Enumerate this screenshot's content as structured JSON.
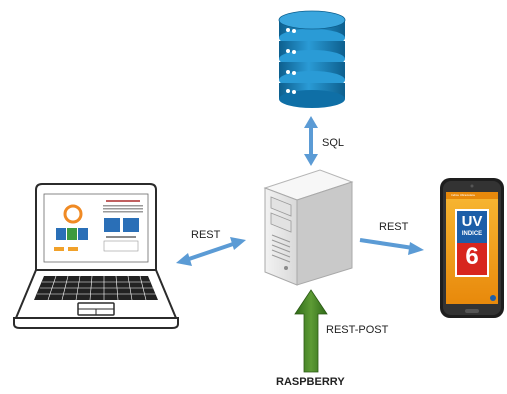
{
  "labels": {
    "sql": "SQL",
    "rest_left": "REST",
    "rest_right": "REST",
    "rest_post": "REST-POST",
    "raspberry": "RASPBERRY"
  },
  "phone_screen": {
    "header": "Indice Ultravioleta",
    "badge_top": "UV",
    "badge_sub": "INDICE",
    "badge_value": "6"
  },
  "icons": {
    "database": "database-icon",
    "server": "server-icon",
    "laptop": "laptop-icon",
    "smartphone": "smartphone-icon"
  },
  "colors": {
    "database": "#1a7fb5",
    "arrow_blue": "#5b9bd5",
    "arrow_green": "#3e7b23",
    "phone_bg": "#f5a21a",
    "badge_blue": "#1c5ea8",
    "badge_red": "#d7261e"
  }
}
